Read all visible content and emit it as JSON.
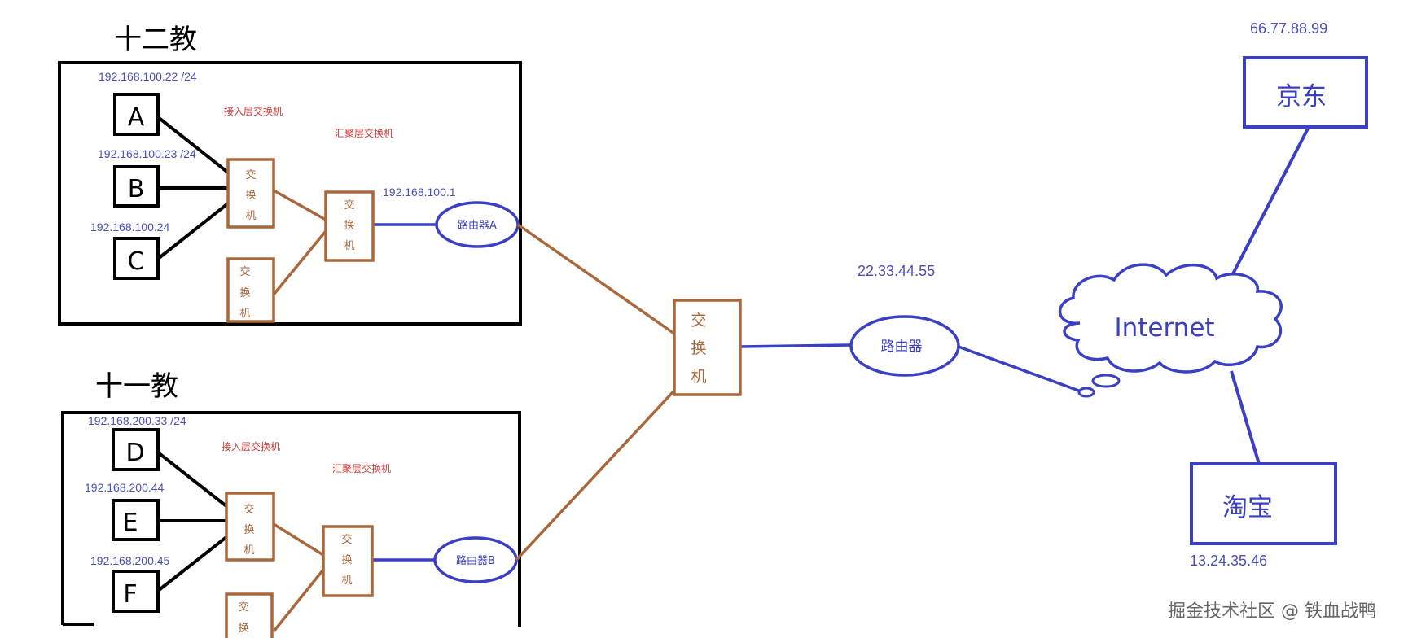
{
  "buildings": {
    "b12": {
      "title": "十二教",
      "hosts": [
        {
          "letter": "A",
          "ip": "192.168.100.22 /24"
        },
        {
          "letter": "B",
          "ip": "192.168.100.23 /24"
        },
        {
          "letter": "C",
          "ip": "192.168.100.24"
        }
      ],
      "access_label": "接入层交换机",
      "agg_label": "汇聚层交换机",
      "gateway_ip": "192.168.100.1",
      "router": "路由器A"
    },
    "b11": {
      "title": "十一教",
      "hosts": [
        {
          "letter": "D",
          "ip": "192.168.200.33 /24"
        },
        {
          "letter": "E",
          "ip": "192.168.200.44"
        },
        {
          "letter": "F",
          "ip": "192.168.200.45"
        }
      ],
      "access_label": "接入层交换机",
      "agg_label": "汇聚层交换机",
      "router": "路由器B"
    }
  },
  "switch_chars": [
    "交",
    "换",
    "机"
  ],
  "core": {
    "router_label": "路由器",
    "router_ip": "22.33.44.55"
  },
  "internet": {
    "label": "Internet"
  },
  "servers": {
    "jd": {
      "label": "京东",
      "ip": "66.77.88.99"
    },
    "taobao": {
      "label": "淘宝",
      "ip": "13.24.35.46"
    }
  },
  "watermark": "掘金技术社区 @ 铁血战鸭",
  "colors": {
    "black": "#000000",
    "switch": "#a9683c",
    "blue": "#3b3fc4",
    "ip_text": "#4a4fb8",
    "red_text": "#d03a3a"
  }
}
